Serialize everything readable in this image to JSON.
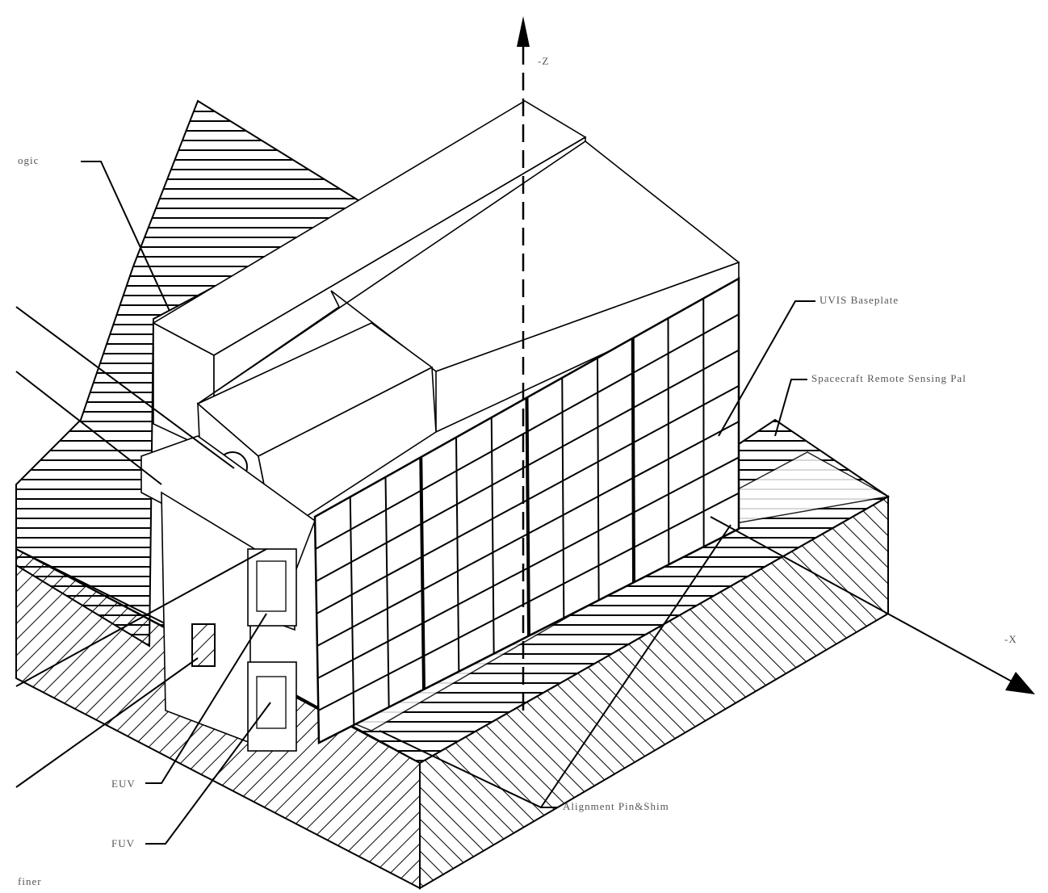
{
  "diagram": {
    "axes": {
      "z_label": "-Z",
      "x_label": "-X"
    },
    "labels": {
      "logic": "ogic",
      "uvis_baseplate": "UVIS Baseplate",
      "pallet": "Spacecraft Remote Sensing Pal",
      "euv": "EUV",
      "fuv": "FUV",
      "alignment": "Alignment Pin&Shim",
      "finer": "finer"
    },
    "colors": {
      "line": "#000000",
      "background": "#ffffff",
      "label_text": "#555555"
    }
  }
}
